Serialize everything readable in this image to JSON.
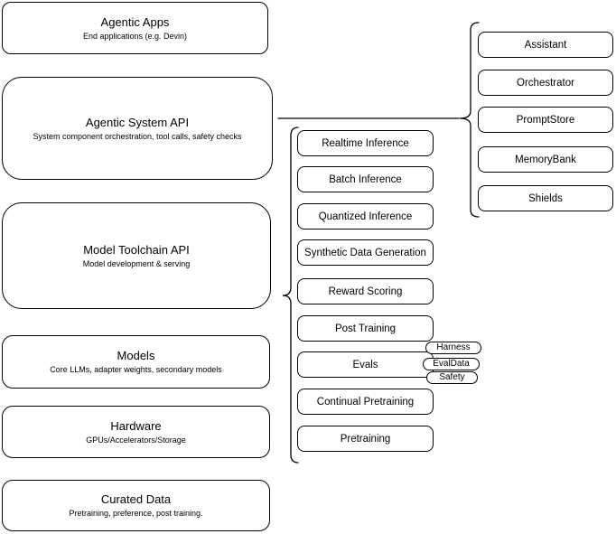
{
  "diagram": {
    "colors": {
      "stroke": "#000000",
      "fill": "#ffffff",
      "text": "#000000",
      "background": "#ffffff"
    },
    "left_stack": [
      {
        "title": "Agentic Apps",
        "subtitle": "End applications (e.g. Devin)"
      },
      {
        "title": "Agentic System API",
        "subtitle": "System component orchestration, tool calls, safety checks"
      },
      {
        "title": "Model Toolchain API",
        "subtitle": "Model development & serving"
      },
      {
        "title": "Models",
        "subtitle": "Core LLMs, adapter weights, secondary models"
      },
      {
        "title": "Hardware",
        "subtitle": "GPUs/Accelerators/Storage"
      },
      {
        "title": "Curated Data",
        "subtitle": "Pretraining, preference, post training."
      }
    ],
    "toolchain_items": [
      "Realtime Inference",
      "Batch Inference",
      "Quantized Inference",
      "Synthetic Data Generation",
      "Reward Scoring",
      "Post Training",
      "Evals",
      "Continual Pretraining",
      "Pretraining"
    ],
    "eval_tags": [
      "Harness",
      "EvalData",
      "Safety"
    ],
    "system_components": [
      "Assistant",
      "Orchestrator",
      "PromptStore",
      "MemoryBank",
      "Shields"
    ]
  }
}
